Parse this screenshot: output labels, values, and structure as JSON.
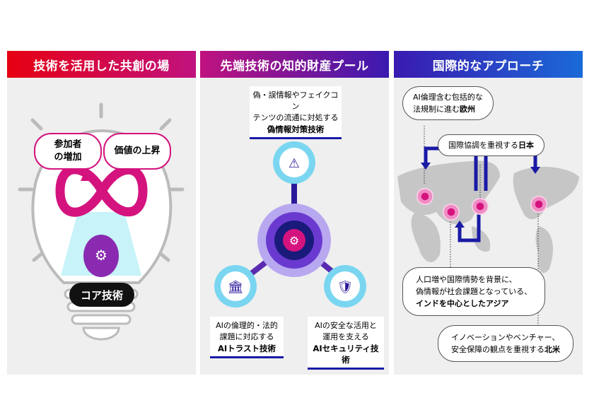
{
  "left": {
    "title": "技術を活用した共創の場",
    "pill1": "参加者\nの増加",
    "pill1_a": "参加者",
    "pill1_b": "の増加",
    "pill2": "価値の上昇",
    "core": "コア技術"
  },
  "middle": {
    "title": "先端技術の知的財産プール",
    "top": {
      "l1": "偽・誤情報やフェイクコン",
      "l2": "テンツの流通に対処する",
      "bold": "偽情報対策技術"
    },
    "left": {
      "l1": "AIの倫理的・法的",
      "l2": "課題に対応する",
      "bold": "AIトラスト技術"
    },
    "right": {
      "l1": "AIの安全な活用と",
      "l2": "運用を支える",
      "bold": "AIセキュリティ技術"
    }
  },
  "right": {
    "title": "国際的なアプローチ",
    "eu": {
      "l1": "AI倫理含む包括的な",
      "l2": "法規制に進む",
      "bold": "欧州"
    },
    "jp": {
      "l1": "国際協調を重視する",
      "bold": "日本"
    },
    "asia": {
      "l1": "人口増や国際情勢を背景に、",
      "l2": "偽情報が社会課題となっている、",
      "bold": "インドを中心としたアジア"
    },
    "na": {
      "l1": "イノベーションやベンチャー、",
      "l2": "安全保障の観点を重視する",
      "bold": "北米"
    }
  },
  "colors": {
    "magenta": "#d4137f",
    "red": "#e60012",
    "navy": "#1a1aa6",
    "panel": "#efefef"
  }
}
